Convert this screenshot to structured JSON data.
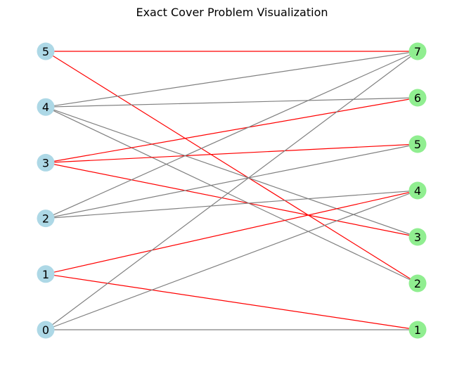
{
  "title": "Exact Cover Problem Visualization",
  "colors": {
    "left_node": "#add8e6",
    "right_node": "#90ee90",
    "edge_default": "#808080",
    "edge_selected": "#ff0000"
  },
  "left_nodes": [
    "0",
    "1",
    "2",
    "3",
    "4",
    "5"
  ],
  "right_nodes": [
    "1",
    "2",
    "3",
    "4",
    "5",
    "6",
    "7"
  ],
  "edges": [
    {
      "from": "5",
      "to": "7",
      "selected": true
    },
    {
      "from": "5",
      "to": "2",
      "selected": true
    },
    {
      "from": "4",
      "to": "7",
      "selected": false
    },
    {
      "from": "4",
      "to": "6",
      "selected": false
    },
    {
      "from": "4",
      "to": "3",
      "selected": false
    },
    {
      "from": "4",
      "to": "2",
      "selected": false
    },
    {
      "from": "3",
      "to": "6",
      "selected": true
    },
    {
      "from": "3",
      "to": "5",
      "selected": true
    },
    {
      "from": "3",
      "to": "3",
      "selected": true
    },
    {
      "from": "2",
      "to": "7",
      "selected": false
    },
    {
      "from": "2",
      "to": "5",
      "selected": false
    },
    {
      "from": "2",
      "to": "4",
      "selected": false
    },
    {
      "from": "1",
      "to": "4",
      "selected": true
    },
    {
      "from": "1",
      "to": "1",
      "selected": true
    },
    {
      "from": "0",
      "to": "7",
      "selected": false
    },
    {
      "from": "0",
      "to": "4",
      "selected": false
    },
    {
      "from": "0",
      "to": "1",
      "selected": false
    }
  ]
}
